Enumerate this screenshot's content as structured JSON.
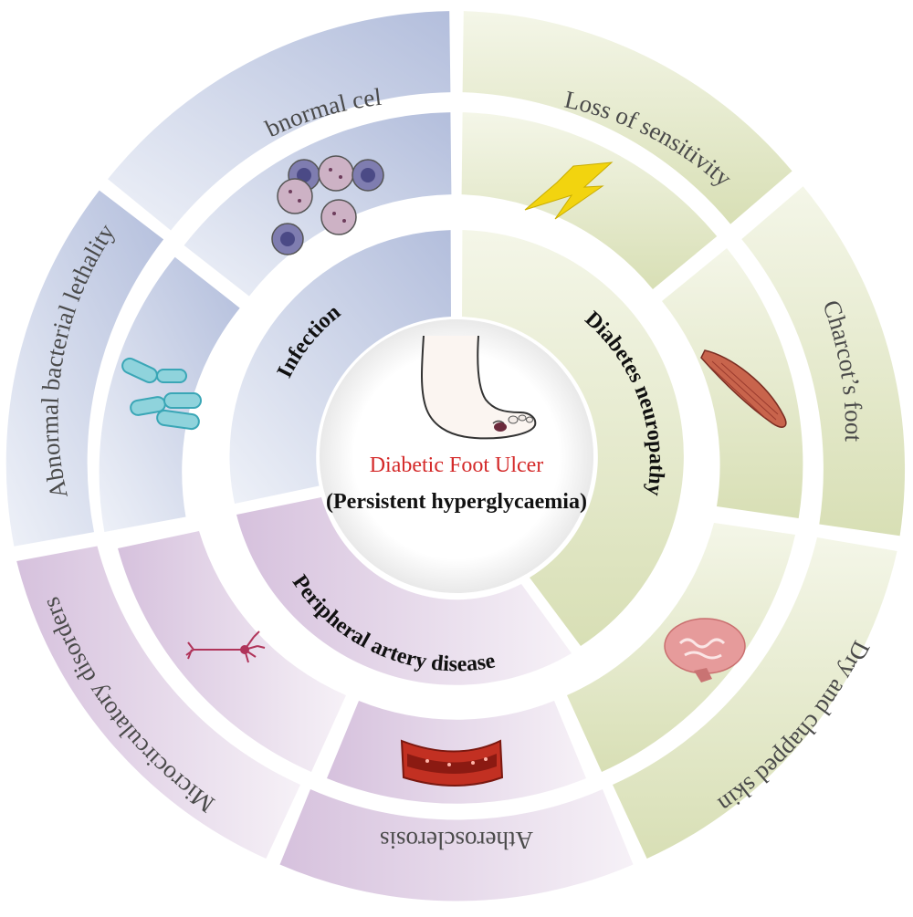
{
  "center": {
    "title": "Diabetic Foot Ulcer",
    "subtitle": "(Persistent hyperglycaemia)",
    "icon": "foot-ulcer-icon"
  },
  "categories": [
    {
      "key": "infection",
      "label": "Infection",
      "color": "#b9c3de",
      "items": [
        {
          "label": "Abnormal cell",
          "icon": "blood-cells-icon"
        },
        {
          "label": "Abnormal bacterial lethality",
          "icon": "bacteria-icon"
        }
      ]
    },
    {
      "key": "neuropathy",
      "label": "Diabetes neuropathy",
      "color": "#dbe2be",
      "items": [
        {
          "label": "Loss of sensitivity",
          "icon": "lightning-icon"
        },
        {
          "label": "Charcot’s foot",
          "icon": "muscle-icon"
        },
        {
          "label": "Dry and chapped skin",
          "icon": "brain-icon"
        }
      ]
    },
    {
      "key": "pad",
      "label": "Peripheral artery disease",
      "color": "#d9c7df",
      "items": [
        {
          "label": "Atherosclerosis",
          "icon": "blood-vessel-icon"
        },
        {
          "label": "Microcirculatory disorders",
          "icon": "neuron-icon"
        }
      ]
    }
  ]
}
